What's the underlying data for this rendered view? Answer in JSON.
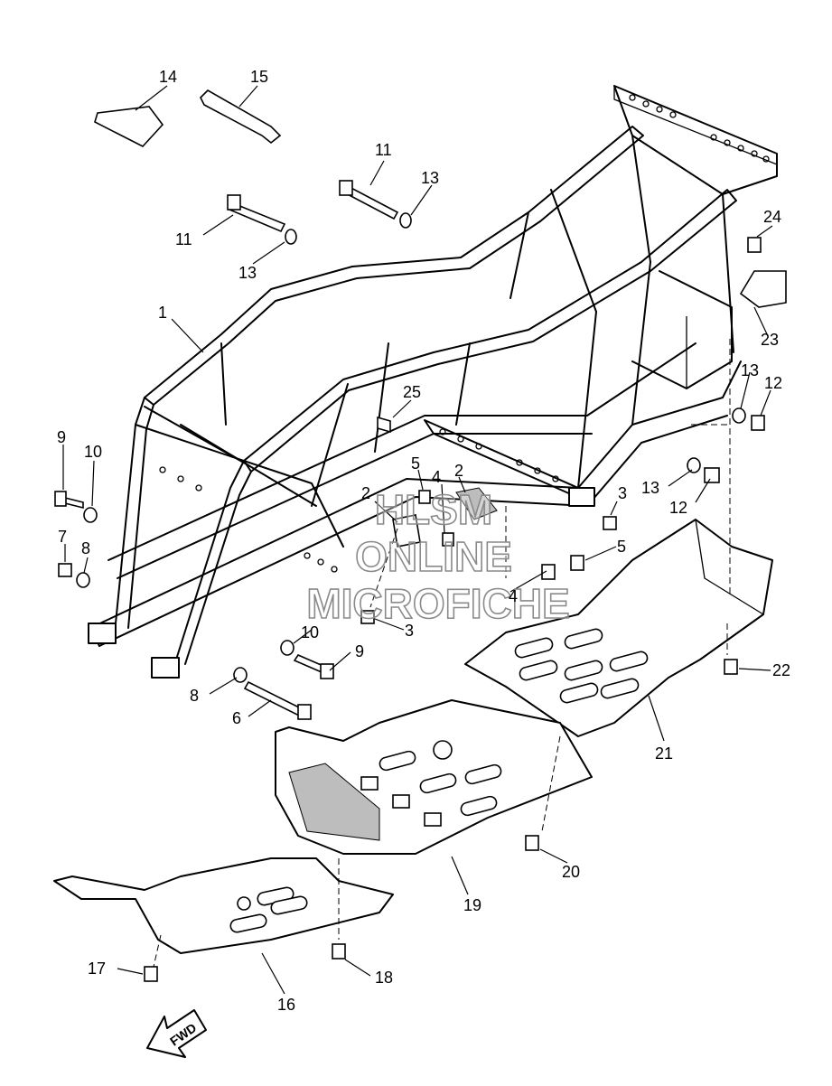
{
  "watermark": {
    "line1": "HLSM",
    "line2": "ONLINE",
    "line3": "MICROFICHE"
  },
  "direction_label": "FWD",
  "callouts": [
    "1",
    "2",
    "2",
    "3",
    "3",
    "4",
    "4",
    "5",
    "5",
    "6",
    "7",
    "8",
    "8",
    "9",
    "9",
    "10",
    "10",
    "11",
    "11",
    "12",
    "12",
    "13",
    "13",
    "13",
    "13",
    "14",
    "15",
    "16",
    "17",
    "18",
    "19",
    "20",
    "21",
    "22",
    "23",
    "24",
    "25"
  ]
}
